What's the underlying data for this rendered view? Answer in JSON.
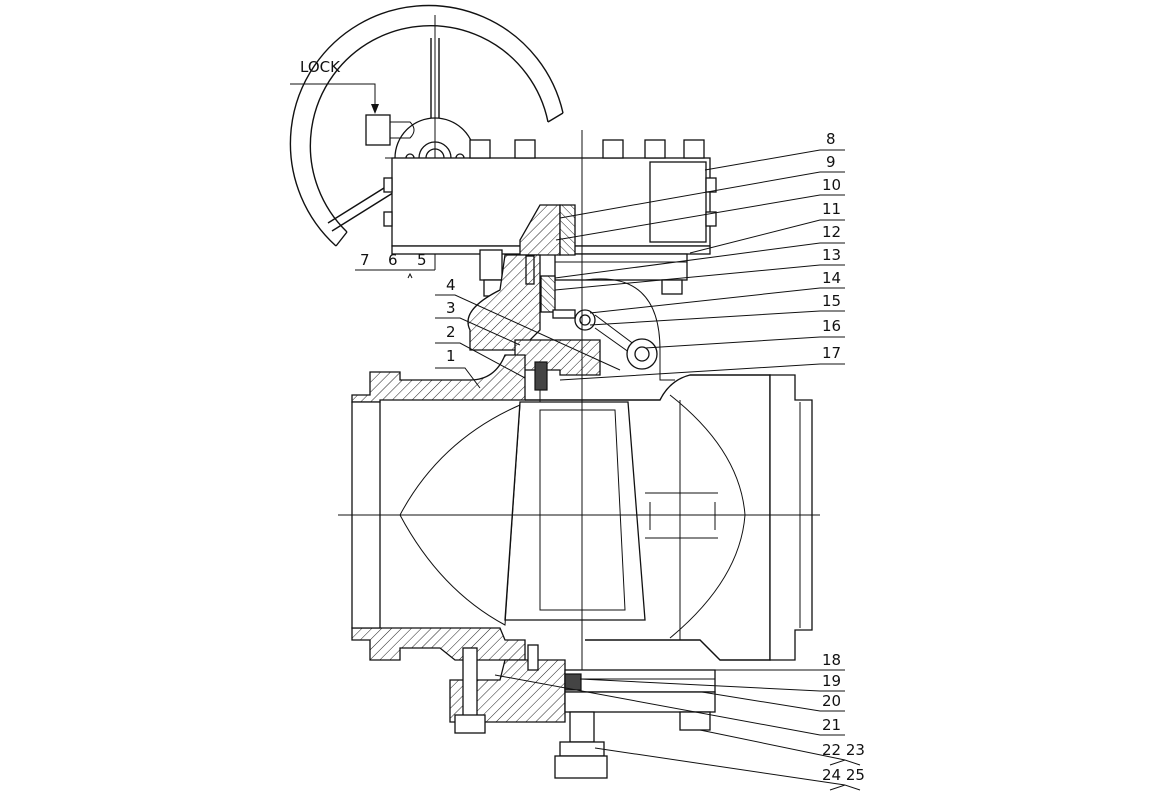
{
  "lock_label": "LOCK",
  "labels_right": [
    "8",
    "9",
    "10",
    "11",
    "12",
    "13",
    "14",
    "15",
    "16",
    "17"
  ],
  "labels_left_row": {
    "a": "7",
    "b": "6",
    "c": "5"
  },
  "labels_left_col": [
    "4",
    "3",
    "2",
    "1"
  ],
  "labels_bottom": [
    "18",
    "19",
    "20",
    "21",
    "22 23",
    "24 25"
  ]
}
